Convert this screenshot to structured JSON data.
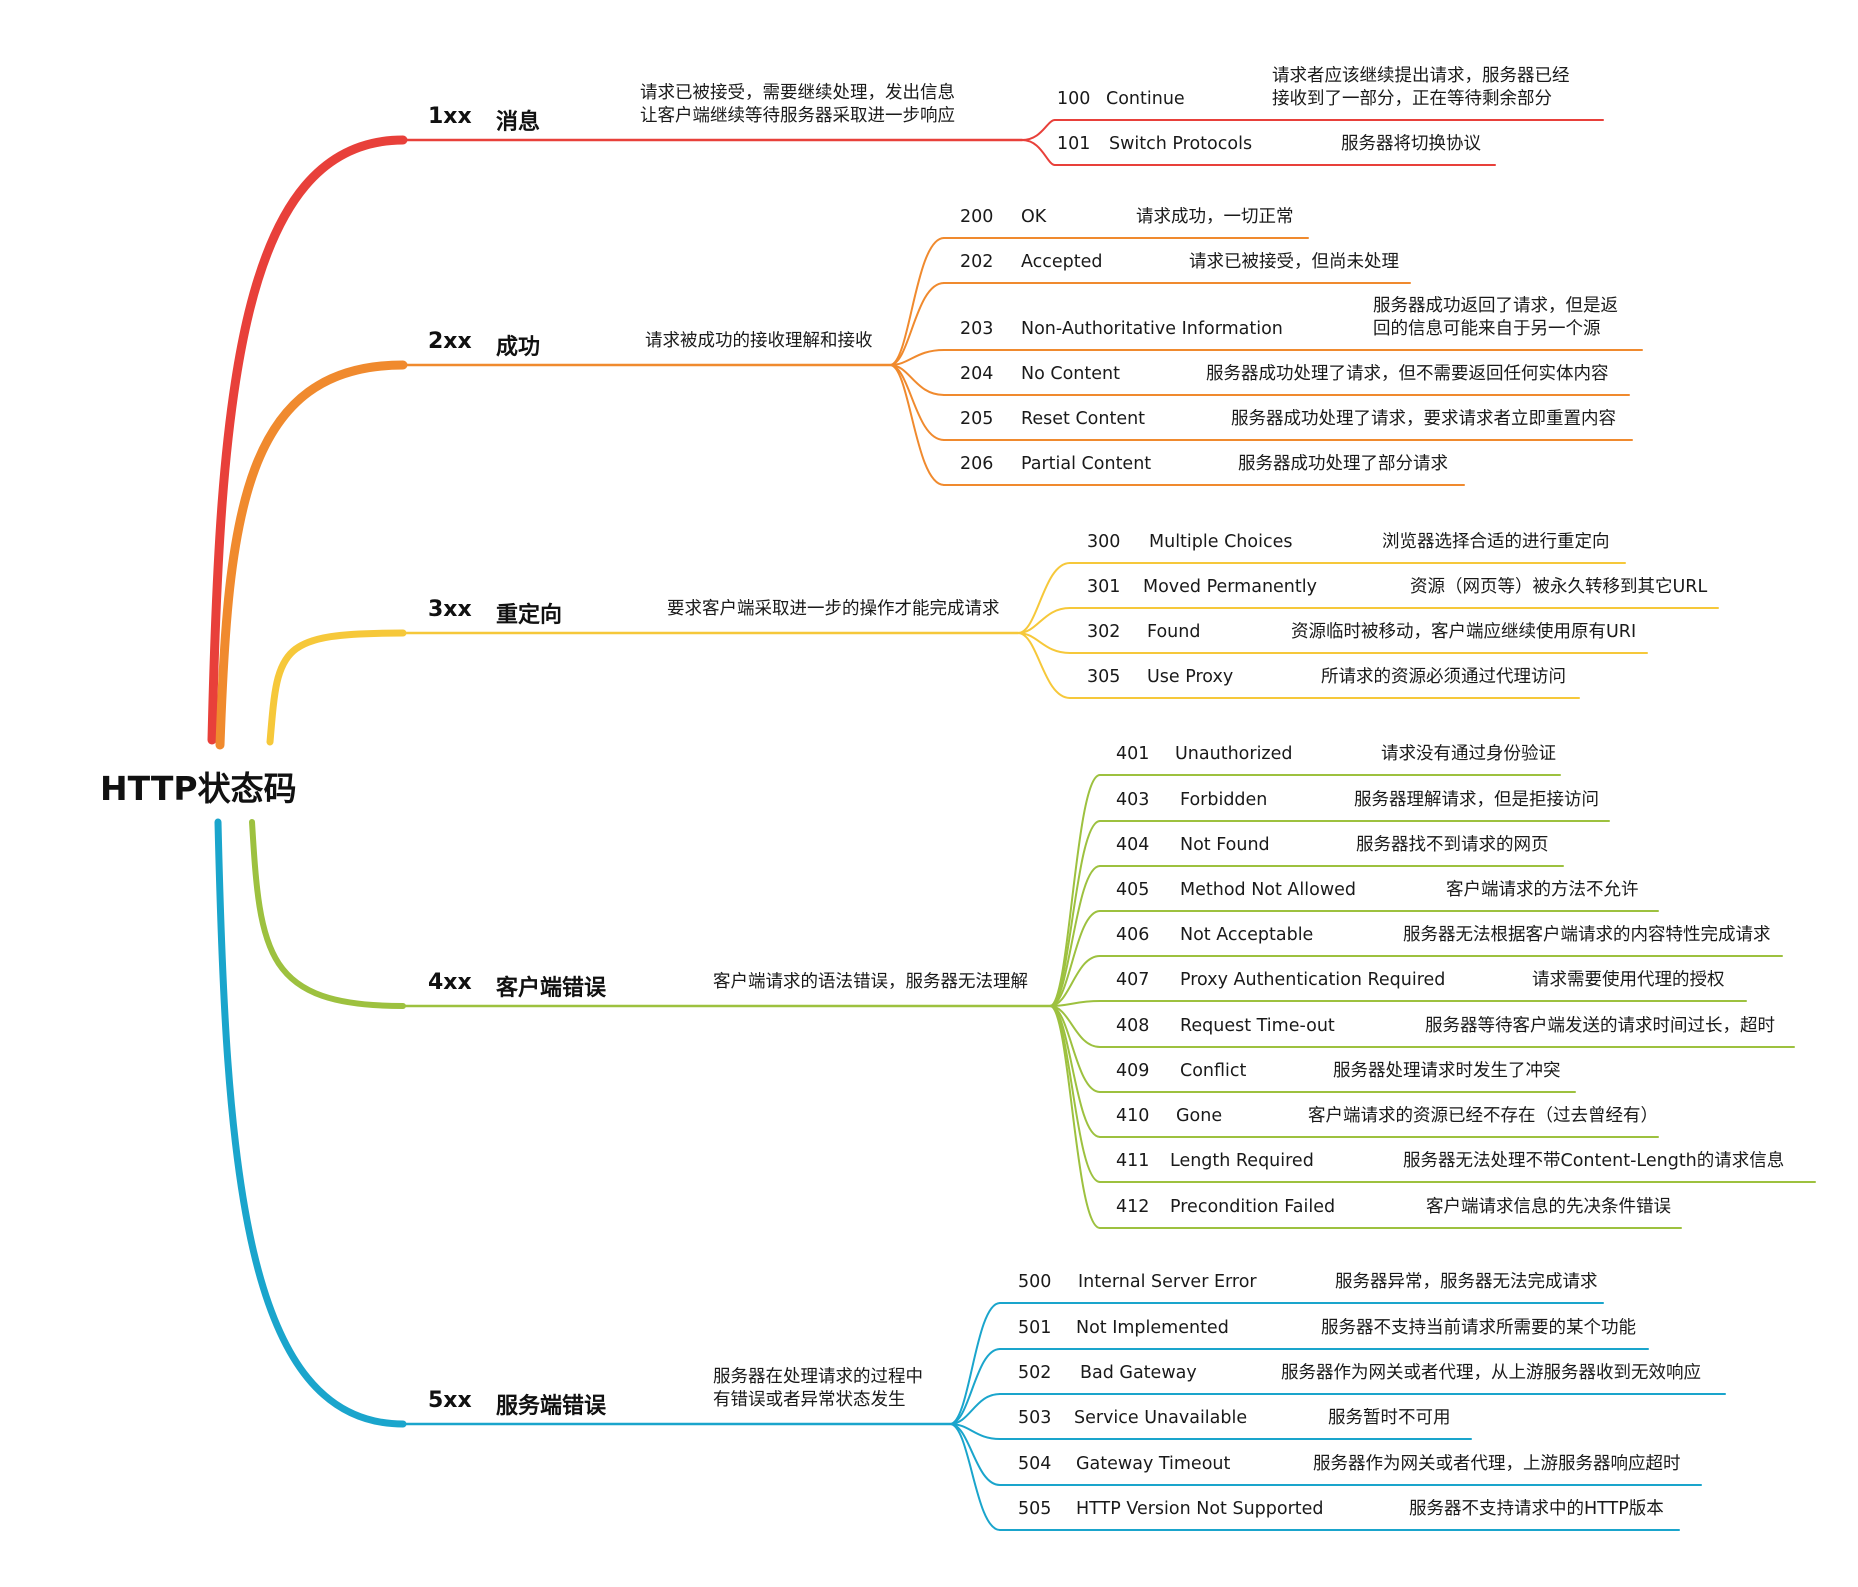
{
  "root": {
    "title": "HTTP状态码"
  },
  "groups": [
    {
      "code": "1xx",
      "name": "消息",
      "color": "#e8403a",
      "desc": [
        "请求已被接受，需要继续处理，发出信息",
        "让客户端继续等待服务器采取进一步响应"
      ],
      "items": [
        {
          "code": "100",
          "name": "Continue",
          "desc": [
            "请求者应该继续提出请求，服务器已经",
            "接收到了一部分，正在等待剩余部分"
          ]
        },
        {
          "code": "101",
          "name": "Switch Protocols",
          "desc": [
            "服务器将切换协议"
          ]
        }
      ]
    },
    {
      "code": "2xx",
      "name": "成功",
      "color": "#f08a2e",
      "desc": [
        "请求被成功的接收理解和接收"
      ],
      "items": [
        {
          "code": "200",
          "name": "OK",
          "desc": [
            "请求成功，一切正常"
          ]
        },
        {
          "code": "202",
          "name": "Accepted",
          "desc": [
            "请求已被接受，但尚未处理"
          ]
        },
        {
          "code": "203",
          "name": "Non-Authoritative Information",
          "desc": [
            "服务器成功返回了请求，但是返",
            "回的信息可能来自于另一个源"
          ]
        },
        {
          "code": "204",
          "name": "No Content",
          "desc": [
            "服务器成功处理了请求，但不需要返回任何实体内容"
          ]
        },
        {
          "code": "205",
          "name": "Reset Content",
          "desc": [
            "服务器成功处理了请求，要求请求者立即重置内容"
          ]
        },
        {
          "code": "206",
          "name": "Partial Content",
          "desc": [
            "服务器成功处理了部分请求"
          ]
        }
      ]
    },
    {
      "code": "3xx",
      "name": "重定向",
      "color": "#f6c83a",
      "desc": [
        "要求客户端采取进一步的操作才能完成请求"
      ],
      "items": [
        {
          "code": "300",
          "name": "Multiple Choices",
          "desc": [
            "浏览器选择合适的进行重定向"
          ]
        },
        {
          "code": "301",
          "name": "Moved Permanently",
          "desc": [
            "资源（网页等）被永久转移到其它URL"
          ]
        },
        {
          "code": "302",
          "name": "Found",
          "desc": [
            "资源临时被移动，客户端应继续使用原有URI"
          ]
        },
        {
          "code": "305",
          "name": "Use Proxy",
          "desc": [
            "所请求的资源必须通过代理访问"
          ]
        }
      ]
    },
    {
      "code": "4xx",
      "name": "客户端错误",
      "color": "#9dc13f",
      "desc": [
        "客户端请求的语法错误，服务器无法理解"
      ],
      "items": [
        {
          "code": "401",
          "name": "Unauthorized",
          "desc": [
            "请求没有通过身份验证"
          ]
        },
        {
          "code": "403",
          "name": "Forbidden",
          "desc": [
            "服务器理解请求，但是拒接访问"
          ]
        },
        {
          "code": "404",
          "name": "Not Found",
          "desc": [
            "服务器找不到请求的网页"
          ]
        },
        {
          "code": "405",
          "name": "Method Not Allowed",
          "desc": [
            "客户端请求的方法不允许"
          ]
        },
        {
          "code": "406",
          "name": "Not Acceptable",
          "desc": [
            "服务器无法根据客户端请求的内容特性完成请求"
          ]
        },
        {
          "code": "407",
          "name": "Proxy Authentication Required",
          "desc": [
            "请求需要使用代理的授权"
          ]
        },
        {
          "code": "408",
          "name": "Request Time-out",
          "desc": [
            "服务器等待客户端发送的请求时间过长，超时"
          ]
        },
        {
          "code": "409",
          "name": "Conflict",
          "desc": [
            "服务器处理请求时发生了冲突"
          ]
        },
        {
          "code": "410",
          "name": "Gone",
          "desc": [
            "客户端请求的资源已经不存在（过去曾经有）"
          ]
        },
        {
          "code": "411",
          "name": "Length Required",
          "desc": [
            "服务器无法处理不带Content-Length的请求信息"
          ]
        },
        {
          "code": "412",
          "name": "Precondition Failed",
          "desc": [
            "客户端请求信息的先决条件错误"
          ]
        }
      ]
    },
    {
      "code": "5xx",
      "name": "服务端错误",
      "color": "#1aa5cc",
      "desc": [
        "服务器在处理请求的过程中",
        "有错误或者异常状态发生"
      ],
      "items": [
        {
          "code": "500",
          "name": "Internal Server Error",
          "desc": [
            "服务器异常，服务器无法完成请求"
          ]
        },
        {
          "code": "501",
          "name": "Not Implemented",
          "desc": [
            "服务器不支持当前请求所需要的某个功能"
          ]
        },
        {
          "code": "502",
          "name": "Bad Gateway",
          "desc": [
            "服务器作为网关或者代理，从上游服务器收到无效响应"
          ]
        },
        {
          "code": "503",
          "name": "Service Unavailable",
          "desc": [
            "服务暂时不可用"
          ]
        },
        {
          "code": "504",
          "name": "Gateway Timeout",
          "desc": [
            "服务器作为网关或者代理，上游服务器响应超时"
          ]
        },
        {
          "code": "505",
          "name": "HTTP Version Not Supported",
          "desc": [
            "服务器不支持请求中的HTTP版本"
          ]
        }
      ]
    }
  ]
}
